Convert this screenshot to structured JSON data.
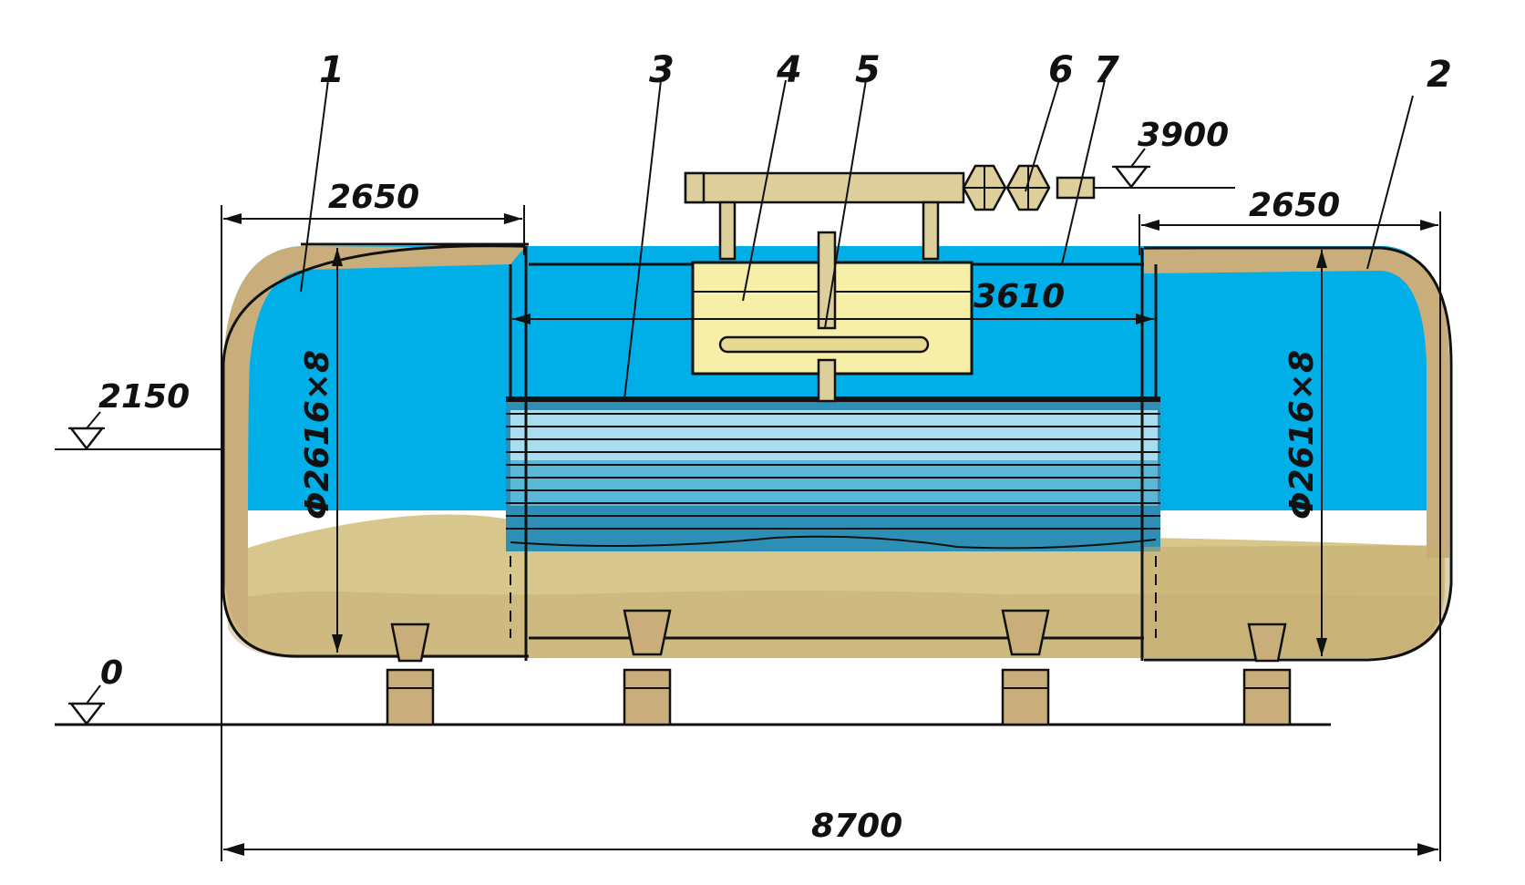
{
  "colors": {
    "water": "#00aee8",
    "sediment": "#d8c78c",
    "sediment_dark": "#c4ab70",
    "insulation": "#c9ad7a",
    "equipment": "#f7efa8",
    "pipe": "#dccf9c",
    "tubes": "#9fd6e8",
    "ink": "#111111"
  },
  "parts": {
    "p1": "1",
    "p2": "2",
    "p3": "3",
    "p4": "4",
    "p5": "5",
    "p6": "6",
    "p7": "7"
  },
  "dimensions": {
    "left_section": "2650",
    "right_section": "2650",
    "middle": "3610",
    "total_length": "8700",
    "diameter_left": "Φ2616×8",
    "diameter_right": "Φ2616×8",
    "level_axis": "2150",
    "level_ground": "0",
    "level_pipe": "3900"
  }
}
